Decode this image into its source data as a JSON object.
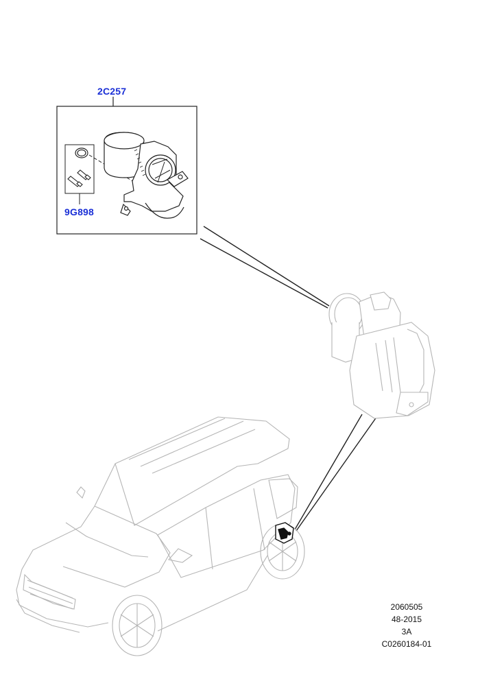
{
  "parts": {
    "actuator_label": "2C257",
    "kit_label": "9G898"
  },
  "reference": {
    "line1": "2060505",
    "line2": "48-2015",
    "line3": "3A",
    "line4": "C0260184-01"
  },
  "colors": {
    "part_label": "#1a2fd6",
    "line_art": "#222222",
    "ghost_art": "#b5b5b5"
  },
  "icons": [
    "brake-actuator-motor-icon",
    "o-ring-icon",
    "bolt-icon",
    "brake-caliper-icon",
    "suv-vehicle-icon"
  ]
}
